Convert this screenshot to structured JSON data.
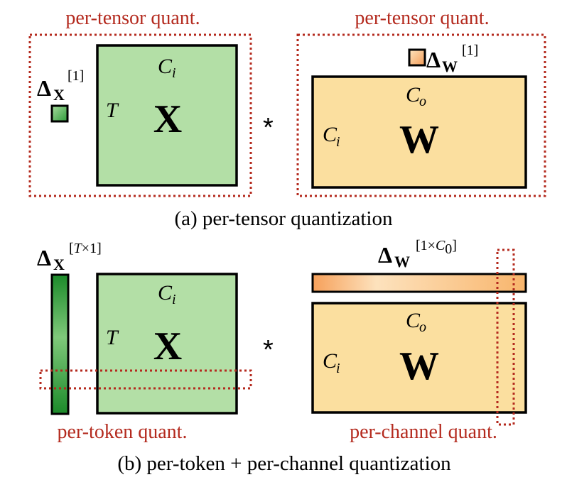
{
  "section_a": {
    "left_title": "per-tensor quant.",
    "right_title": "per-tensor quant.",
    "caption": "(a) per-tensor quantization",
    "x_matrix": {
      "label": "X",
      "rows": "T",
      "cols": "C",
      "cols_sub": "i"
    },
    "w_matrix": {
      "label": "W",
      "rows": "C",
      "rows_sub": "i",
      "cols": "C",
      "cols_sub": "o"
    },
    "delta_x": {
      "symbol": "Δ",
      "var": "X",
      "sup": "[1]"
    },
    "delta_w": {
      "symbol": "Δ",
      "var": "W",
      "sup": "[1]"
    },
    "operator": "*"
  },
  "section_b": {
    "left_label": "per-token quant.",
    "right_label": "per-channel quant.",
    "caption": "(b) per-token + per-channel quantization",
    "x_matrix": {
      "label": "X",
      "rows": "T",
      "cols": "C",
      "cols_sub": "i"
    },
    "w_matrix": {
      "label": "W",
      "rows": "C",
      "rows_sub": "i",
      "cols": "C",
      "cols_sub": "o"
    },
    "delta_x": {
      "symbol": "Δ",
      "var": "X",
      "sup_open": "[",
      "sup_T": "T",
      "sup_times": "×1]"
    },
    "delta_w": {
      "symbol": "Δ",
      "var": "W",
      "sup_open": "[1×",
      "sup_C": "C",
      "sup_C_sub": "0",
      "sup_close": "]"
    },
    "operator": "*"
  },
  "colors": {
    "green_fill": "#b3dfa6",
    "orange_fill": "#fbdf9f",
    "dash_red": "#b42a1e",
    "dark_green": "#1e8a2c",
    "orange_bar": "#f7a660"
  }
}
